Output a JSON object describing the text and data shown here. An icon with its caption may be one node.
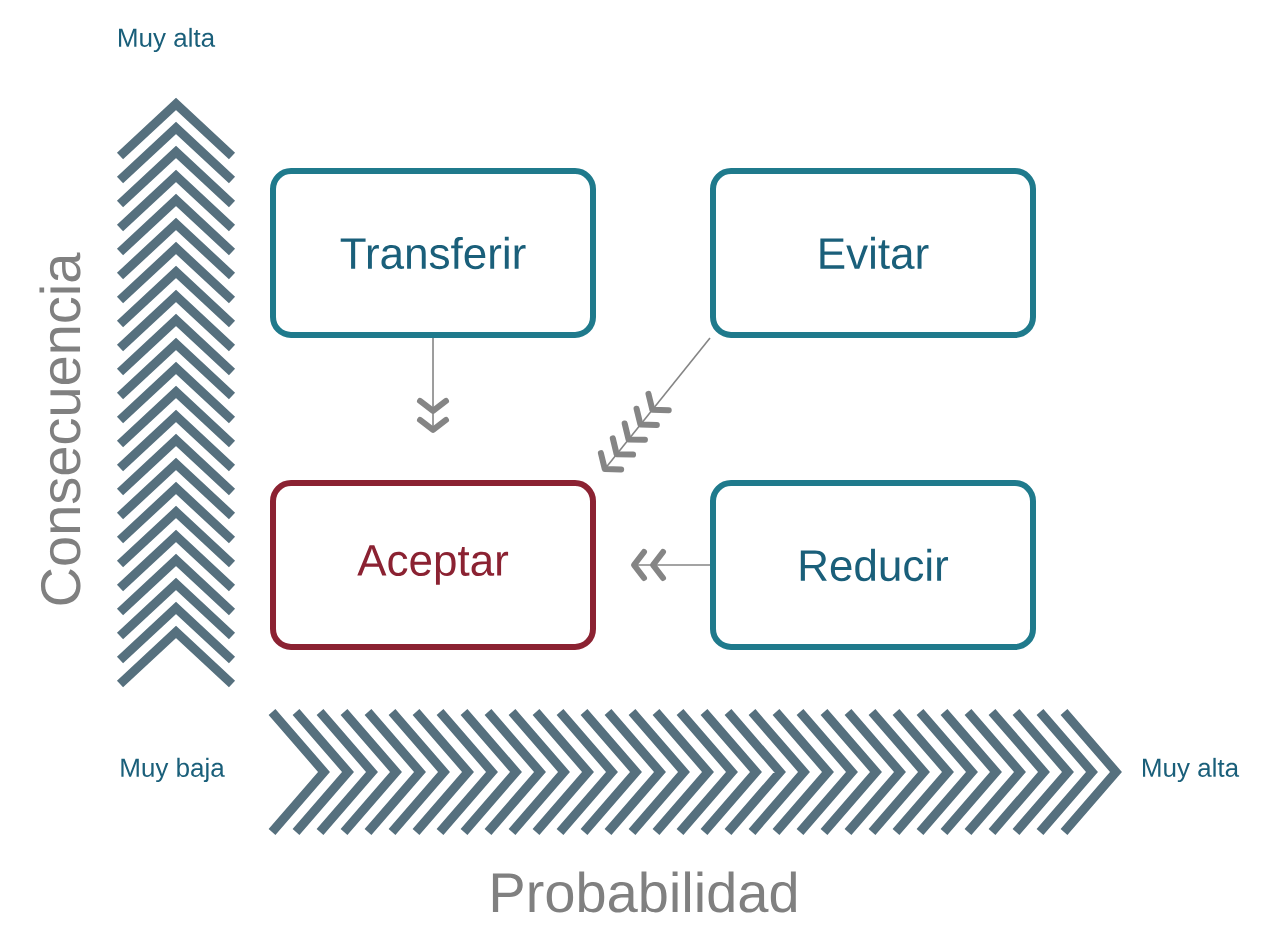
{
  "diagram": {
    "nodes": [
      {
        "text": [
          "Transferir"
        ]
      },
      {
        "text": [
          "Evitar"
        ]
      },
      {
        "text": [
          "Aceptar"
        ]
      },
      {
        "text": [
          "Reducir"
        ]
      }
    ],
    "edges": [
      {
        "from": 0,
        "to": 2,
        "arrow": "to"
      },
      {
        "from": 1,
        "to": 2,
        "arrow": "to"
      },
      {
        "from": 3,
        "to": 2,
        "arrow": "to"
      }
    ],
    "labels": [
      "Muy alta",
      "Consecuencia",
      "Muy baja",
      "Muy alta",
      "Probabilidad"
    ]
  }
}
